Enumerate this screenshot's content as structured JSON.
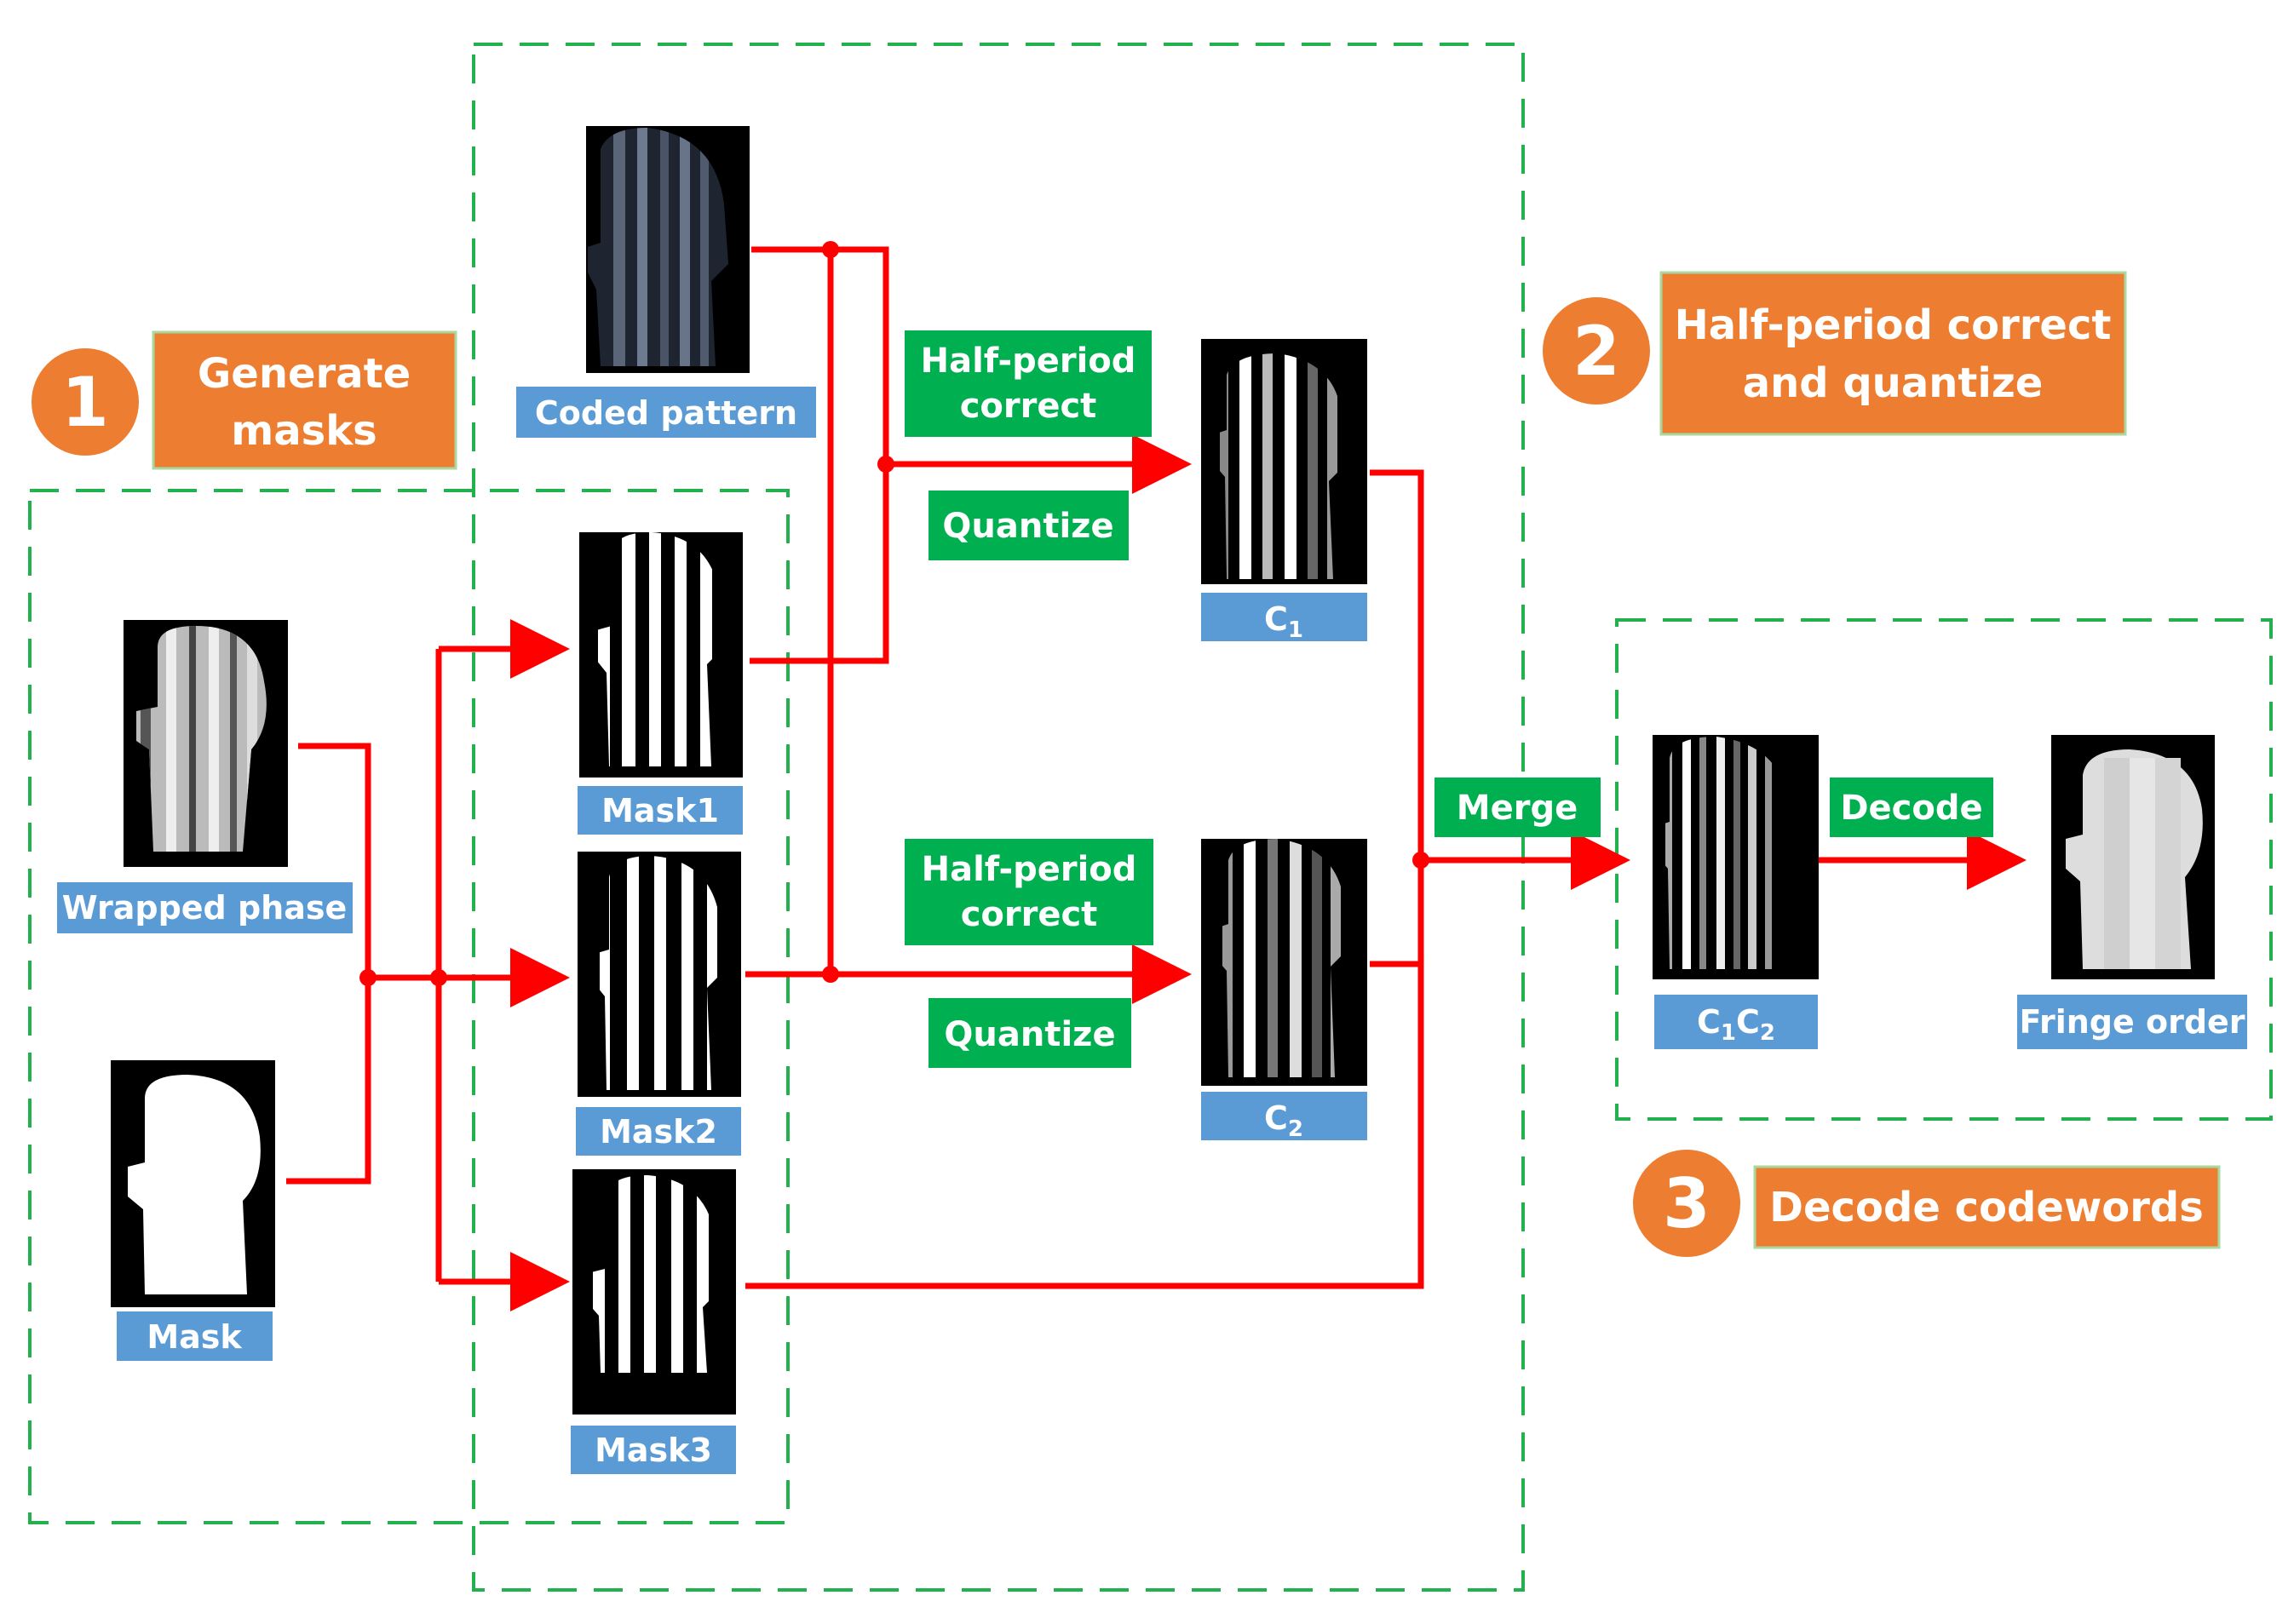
{
  "colors": {
    "arrow": "#ff0000",
    "dash": "#22b14c",
    "blue_label": "#5b9bd5",
    "green_label": "#00b050",
    "orange": "#ed7d31",
    "image_bg": "#000000"
  },
  "steps": [
    {
      "number": "1",
      "line1": "Generate",
      "line2": "masks"
    },
    {
      "number": "2",
      "line1": "Half-period correct",
      "line2": "and quantize"
    },
    {
      "number": "3",
      "line1": "Decode codewords"
    }
  ],
  "labels": {
    "coded_pattern": "Coded pattern",
    "wrapped_phase": "Wrapped phase",
    "mask": "Mask",
    "mask1": "Mask1",
    "mask2": "Mask2",
    "mask3": "Mask3",
    "c1_base": "C",
    "c1_sub": "1",
    "c2_base": "C",
    "c2_sub": "2",
    "c1c2_a": "C",
    "c1c2_a_sub": "1",
    "c1c2_b": "C",
    "c1c2_b_sub": "2",
    "fringe_order": "Fringe order"
  },
  "operations": {
    "half_period_1_line1": "Half-period",
    "half_period_1_line2": "correct",
    "quantize_1": "Quantize",
    "half_period_2_line1": "Half-period",
    "half_period_2_line2": "correct",
    "quantize_2": "Quantize",
    "merge": "Merge",
    "decode": "Decode"
  }
}
